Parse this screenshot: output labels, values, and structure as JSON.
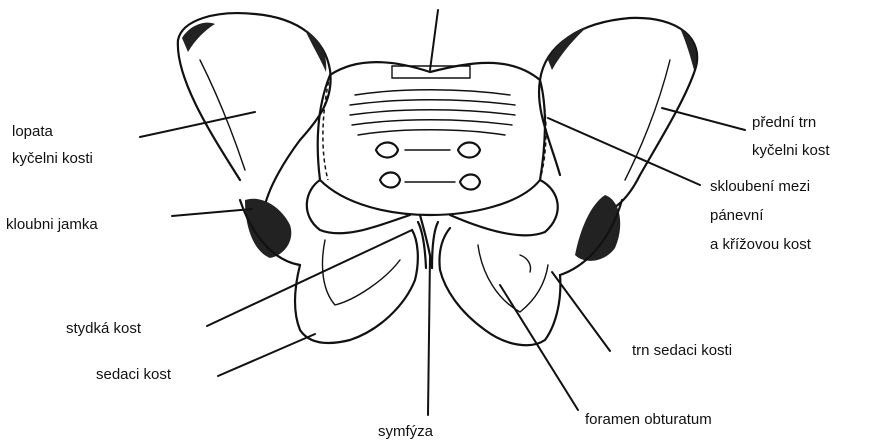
{
  "labels": {
    "lopata_line1": "lopata",
    "lopata_line2": "kyčelni kosti",
    "kloubni_jamka": "kloubni jamka",
    "stydka_kost": "stydká kost",
    "sedaci_kost": "sedaci kost",
    "symfyza": "symfýza",
    "predni_trn_line1": "přední trn",
    "predni_trn_line2": "kyčelni kost",
    "skloubeni_line1": "skloubení mezi",
    "skloubeni_line2": "pánevní",
    "skloubeni_line3": "a křížovou kost",
    "trn_sedaci": "trn sedaci kosti",
    "foramen": "foramen obturatum"
  },
  "colors": {
    "ink": "#111111",
    "background": "#ffffff"
  }
}
